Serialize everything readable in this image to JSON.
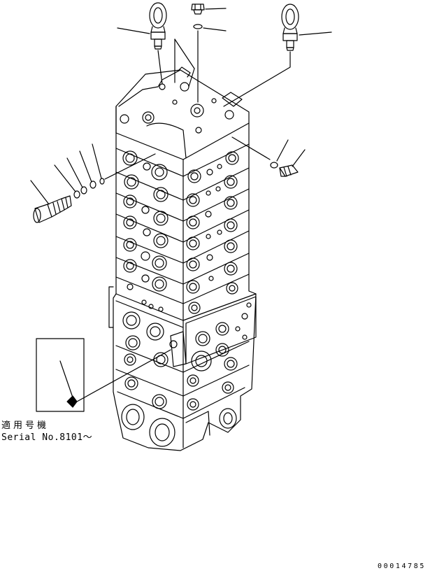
{
  "applicability_note": {
    "label": "適用号機",
    "serial": "Serial No.8101～"
  },
  "figure_id": "00014785",
  "colors": {
    "line": "#000000",
    "background": "#ffffff"
  },
  "parts": {
    "eyebolt": "eyebolt-icon",
    "plug": "plug-icon",
    "o_ring": "o-ring-icon",
    "valve_block": "control-valve-block-icon",
    "relief_valve": "relief-valve-icon"
  }
}
